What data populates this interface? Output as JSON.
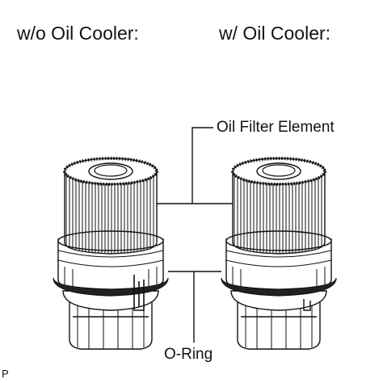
{
  "headings": {
    "without_cooler": "w/o Oil Cooler:",
    "with_cooler": "w/ Oil Cooler:"
  },
  "callouts": {
    "oil_filter_element": "Oil Filter Element",
    "o_ring": "O-Ring"
  },
  "figure_code": "P",
  "colors": {
    "line": "#111111",
    "background": "#ffffff"
  }
}
